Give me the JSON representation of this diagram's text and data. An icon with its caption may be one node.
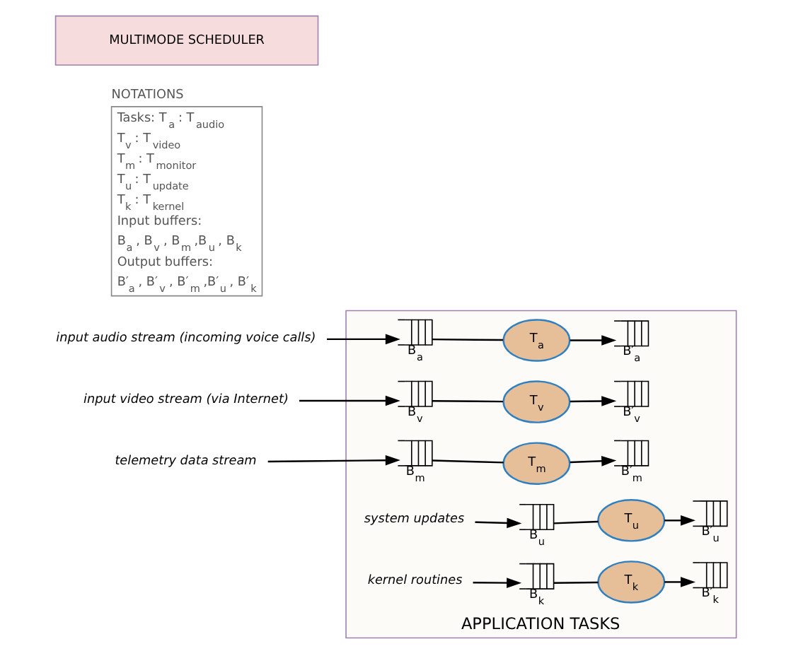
{
  "diagram": {
    "nodes": [
      {
        "text": [
          "APPLICATION TASKS"
        ]
      },
      {
        "text": [
          "input audio stream (incoming voice calls)"
        ]
      },
      {
        "text": [
          "B$_{a}$"
        ],
        "in": 0
      },
      {
        "text": [
          "T$_{a}$"
        ],
        "in": 0
      },
      {
        "text": [
          "B′$_{a}$"
        ],
        "in": 0
      },
      {
        "text": [
          "input video stream (via Internet)"
        ]
      },
      {
        "text": [
          "B$_{v}$"
        ],
        "in": 0
      },
      {
        "text": [
          "T$_{v}$"
        ],
        "in": 0
      },
      {
        "text": [
          "B′$_{v}$"
        ],
        "in": 0
      },
      {
        "text": [
          "telemetry data stream"
        ]
      },
      {
        "text": [
          "B$_{m}$"
        ],
        "in": 0
      },
      {
        "text": [
          "T$_{m}$"
        ],
        "in": 0
      },
      {
        "text": [
          "B′$_{m}$"
        ],
        "in": 0
      },
      {
        "text": [
          "system updates"
        ],
        "in": 0
      },
      {
        "text": [
          "B$_{u}$"
        ],
        "in": 0
      },
      {
        "text": [
          "T$_{u}$"
        ],
        "in": 0
      },
      {
        "text": [
          "B′$_{u}$"
        ],
        "in": 0
      },
      {
        "text": [
          "kernel routines"
        ],
        "in": 0
      },
      {
        "text": [
          "B$_{k}$"
        ],
        "in": 0
      },
      {
        "text": [
          "T$_{k}$"
        ],
        "in": 0
      },
      {
        "text": [
          "B′$_{k}$"
        ],
        "in": 0
      },
      {
        "text": [
          "NOTATIONS",
          "Tasks: T$_{a}$ : T$_{audio}$",
          "T$_{v}$ : T$_{video}$",
          "T$_{m}$ : T$_{monitor}$",
          "T$_{u}$ : T$_{update}$",
          "T$_{k}$ : T$_{kernel}$",
          "Input buffers:",
          "B$_{a}$ , B$_{v}$ , B$_{m}$ ,B$_{u}$ , B$_{k}$",
          "Output buffers:",
          "B′$_{a}$ , B′$_{v}$ , B′$_{m}$ ,B′$_{u}$ , B′$_{k}$"
        ]
      },
      {
        "text": [
          "MULTIMODE SCHEDULER"
        ]
      }
    ],
    "edges": [
      {
        "from": 1,
        "to": 2,
        "arrow": "to"
      },
      {
        "from": 2,
        "to": 3,
        "arrow": "none"
      },
      {
        "from": 3,
        "to": 4,
        "arrow": "to"
      },
      {
        "from": 5,
        "to": 6,
        "arrow": "to"
      },
      {
        "from": 6,
        "to": 7,
        "arrow": "none"
      },
      {
        "from": 7,
        "to": 8,
        "arrow": "to"
      },
      {
        "from": 9,
        "to": 10,
        "arrow": "to"
      },
      {
        "from": 10,
        "to": 11,
        "arrow": "none"
      },
      {
        "from": 11,
        "to": 12,
        "arrow": "to"
      },
      {
        "from": 13,
        "to": 14,
        "arrow": "to"
      },
      {
        "from": 14,
        "to": 15,
        "arrow": "none"
      },
      {
        "from": 15,
        "to": 16,
        "arrow": "to"
      },
      {
        "from": 17,
        "to": 18,
        "arrow": "to"
      },
      {
        "from": 18,
        "to": 19,
        "arrow": "none"
      },
      {
        "from": 19,
        "to": 20,
        "arrow": "to"
      }
    ]
  }
}
